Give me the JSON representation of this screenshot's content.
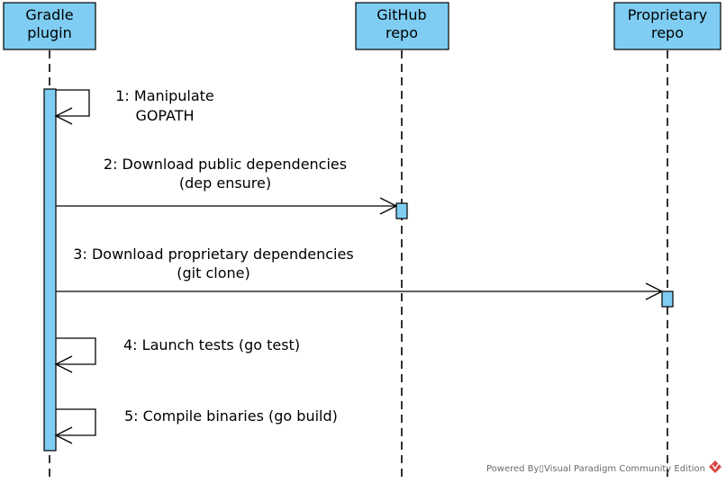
{
  "colors": {
    "lifeline_fill": "#7fcdf2",
    "stroke": "#000000",
    "logo_red": "#d64545"
  },
  "participants": [
    {
      "id": "gradle",
      "lines": [
        "Gradle",
        "plugin"
      ]
    },
    {
      "id": "github",
      "lines": [
        "GitHub",
        "repo"
      ]
    },
    {
      "id": "proprietary",
      "lines": [
        "Proprietary",
        "repo"
      ]
    }
  ],
  "messages": [
    {
      "number": 1,
      "from": "gradle",
      "to": "gradle",
      "lines": [
        "1: Manipulate",
        "GOPATH"
      ]
    },
    {
      "number": 2,
      "from": "gradle",
      "to": "github",
      "lines": [
        "2: Download public dependencies",
        "(dep ensure)"
      ]
    },
    {
      "number": 3,
      "from": "gradle",
      "to": "proprietary",
      "lines": [
        "3: Download proprietary dependencies",
        "(git clone)"
      ]
    },
    {
      "number": 4,
      "from": "gradle",
      "to": "gradle",
      "lines": [
        "4: Launch tests (go test)"
      ]
    },
    {
      "number": 5,
      "from": "gradle",
      "to": "gradle",
      "lines": [
        "5: Compile binaries (go build)"
      ]
    }
  ],
  "footer": {
    "text": "Powered By▯Visual Paradigm Community Edition",
    "logo_icon": "visual-paradigm-logo-icon"
  }
}
